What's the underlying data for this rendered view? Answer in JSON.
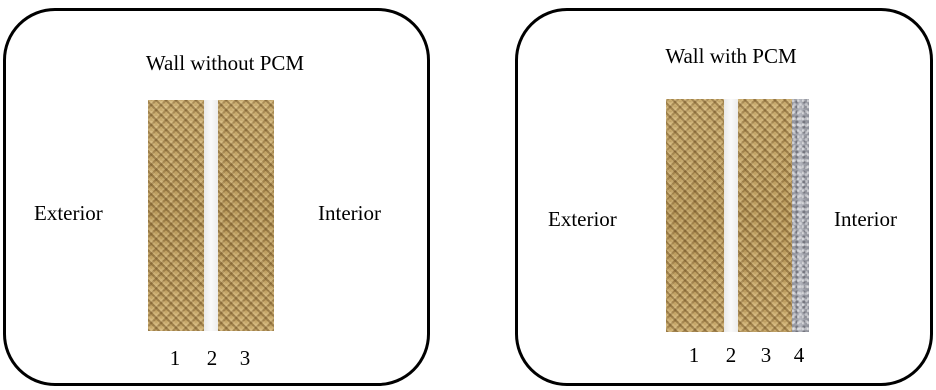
{
  "panels": [
    {
      "title": "Wall without PCM",
      "exterior_label": "Exterior",
      "interior_label": "Interior",
      "layer_numbers": [
        "1",
        "2",
        "3"
      ]
    },
    {
      "title": "Wall with PCM",
      "exterior_label": "Exterior",
      "interior_label": "Interior",
      "layer_numbers": [
        "1",
        "2",
        "3",
        "4"
      ]
    }
  ]
}
